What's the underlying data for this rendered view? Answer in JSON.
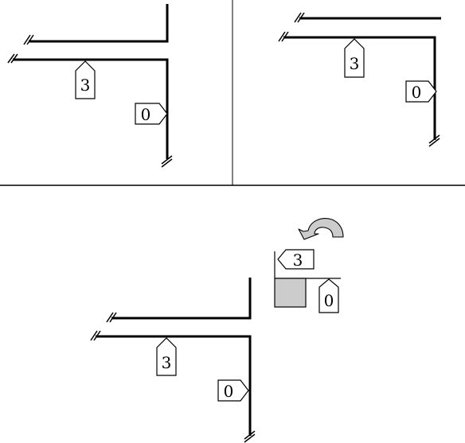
{
  "colors": {
    "stroke": "#000000",
    "tag_fill": "#ffffff",
    "shaded_fill": "#cccccc",
    "arrow_fill": "#cccccc",
    "background": "#ffffff"
  },
  "panels": [
    {
      "id": "top-left",
      "vertical_tag": "0",
      "horizontal_tag": "3"
    },
    {
      "id": "top-right",
      "vertical_tag": "0",
      "horizontal_tag": "3"
    },
    {
      "id": "bottom",
      "vertical_tag": "0",
      "horizontal_tag": "3"
    }
  ],
  "legend": {
    "left_arrow_tag": "3",
    "up_arrow_tag": "0",
    "rotate_icon": "curved-arrow-icon"
  }
}
